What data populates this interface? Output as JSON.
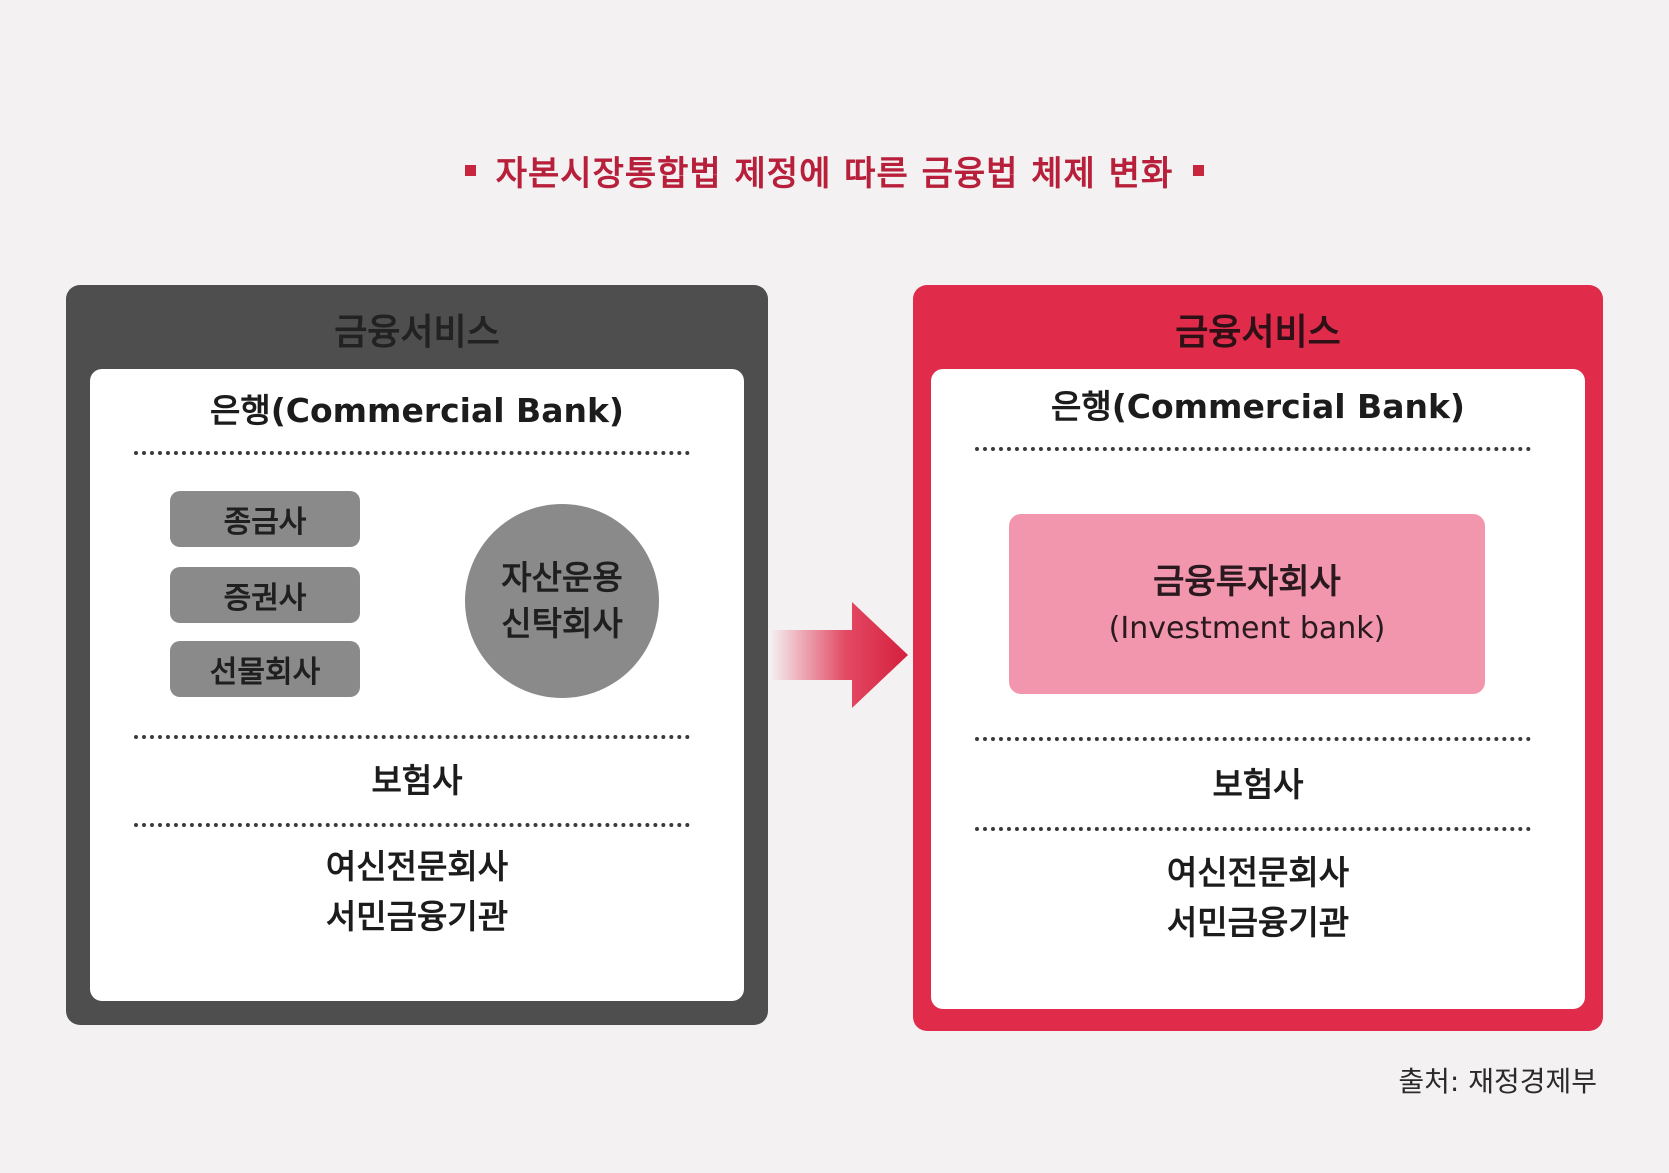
{
  "title": "자본시장통합법 제정에 따른 금융법 체제 변화",
  "colors": {
    "accent_red": "#e02c4a",
    "title_red": "#b81f3a",
    "dark_gray": "#4e4e4e",
    "medium_gray": "#8a8a8a",
    "pink": "#f196ad"
  },
  "left_panel": {
    "header": "금융서비스",
    "bank": "은행(Commercial Bank)",
    "pills": [
      "종금사",
      "증권사",
      "선물회사"
    ],
    "circle": {
      "line1": "자산운용",
      "line2": "신탁회사"
    },
    "insurance": "보험사",
    "credit": {
      "line1": "여신전문회사",
      "line2": "서민금융기관"
    }
  },
  "right_panel": {
    "header": "금융서비스",
    "bank": "은행(Commercial Bank)",
    "investment": {
      "title": "금융투자회사",
      "subtitle": "(Investment bank)"
    },
    "insurance": "보험사",
    "credit": {
      "line1": "여신전문회사",
      "line2": "서민금융기관"
    }
  },
  "arrow_icon": "right-arrow-icon",
  "source": "출처: 재정경제부"
}
